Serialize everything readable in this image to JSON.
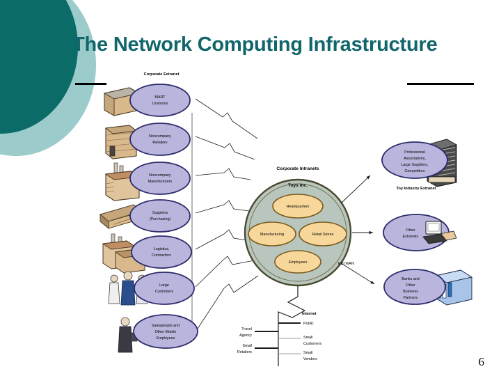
{
  "slide": {
    "title": "The Network Computing Infrastructure",
    "page_number": "6",
    "title_color": "#11666B",
    "accent_dark": "#0B6B66",
    "accent_light": "#9CCBCB",
    "background": "#ffffff"
  },
  "diagram": {
    "left_group_heading": "Corporate Extranet",
    "center_heading": "Corporate Intranets",
    "center_company": "Toys Inc.",
    "wan_label": "EDI WAN",
    "internet_label": "Internet",
    "toy_industry_extranet_label": "Toy Industry Extranet",
    "left_nodes": [
      {
        "label_line1": "MART",
        "label_line2": "Licensors",
        "icon": "warehouse-icon"
      },
      {
        "label_line1": "Noncompany",
        "label_line2": "Retailers",
        "icon": "store-building-icon"
      },
      {
        "label_line1": "Noncompany",
        "label_line2": "Manufacturers",
        "icon": "factory-icon"
      },
      {
        "label_line1": "Suppliers",
        "label_line2": "(Purchasing)",
        "icon": "lumber-stack-icon"
      },
      {
        "label_line1": "Logistics,",
        "label_line2": "Contractors",
        "icon": "shipping-crates-icon"
      },
      {
        "label_line1": "Large",
        "label_line2": "Customers",
        "icon": "people-group-icon"
      },
      {
        "label_line1": "Salespeople and",
        "label_line2": "Other Mobile",
        "label_line3": "Employees",
        "icon": "mobile-worker-icon"
      }
    ],
    "center_nodes": [
      {
        "label": "Headquarters"
      },
      {
        "label": "Manufacturing"
      },
      {
        "label": "Retail Stores"
      },
      {
        "label": "Employees"
      }
    ],
    "right_nodes": [
      {
        "label_line1": "Professional",
        "label_line2": "Associations,",
        "label_line3": "Large Suppliers,",
        "label_line4": "Competitors",
        "icon": "office-tower-icon"
      },
      {
        "label_line1": "Other",
        "label_line2": "Extranets",
        "icon": "computers-icon"
      },
      {
        "label_line1": "Banks and",
        "label_line2": "Other",
        "label_line3": "Business",
        "label_line4": "Partners",
        "icon": "bank-building-icon"
      }
    ],
    "bottom_nodes": [
      {
        "label": "Public",
        "side": "right"
      },
      {
        "label_line1": "Travel",
        "label_line2": "Agency",
        "side": "left"
      },
      {
        "label_line1": "Small",
        "label_line2": "Customers",
        "side": "right"
      },
      {
        "label_line1": "Small",
        "label_line2": "Retailers",
        "side": "left"
      },
      {
        "label_line1": "Small",
        "label_line2": "Vendors",
        "side": "right"
      }
    ],
    "colors": {
      "oval_fill": "#B9B5DC",
      "oval_stroke": "#2B2B6B",
      "center_disc_fill": "#B9C6BD",
      "center_disc_stroke": "#4A4A30",
      "center_oval_fill": "#F8D89A",
      "center_oval_stroke": "#7A5A1E",
      "line": "#1A1A1A",
      "icon_tan": "#D9B98C",
      "icon_tan_dark": "#B08F63",
      "icon_gray": "#8A8A8A",
      "icon_blue": "#7FA8D8"
    }
  }
}
